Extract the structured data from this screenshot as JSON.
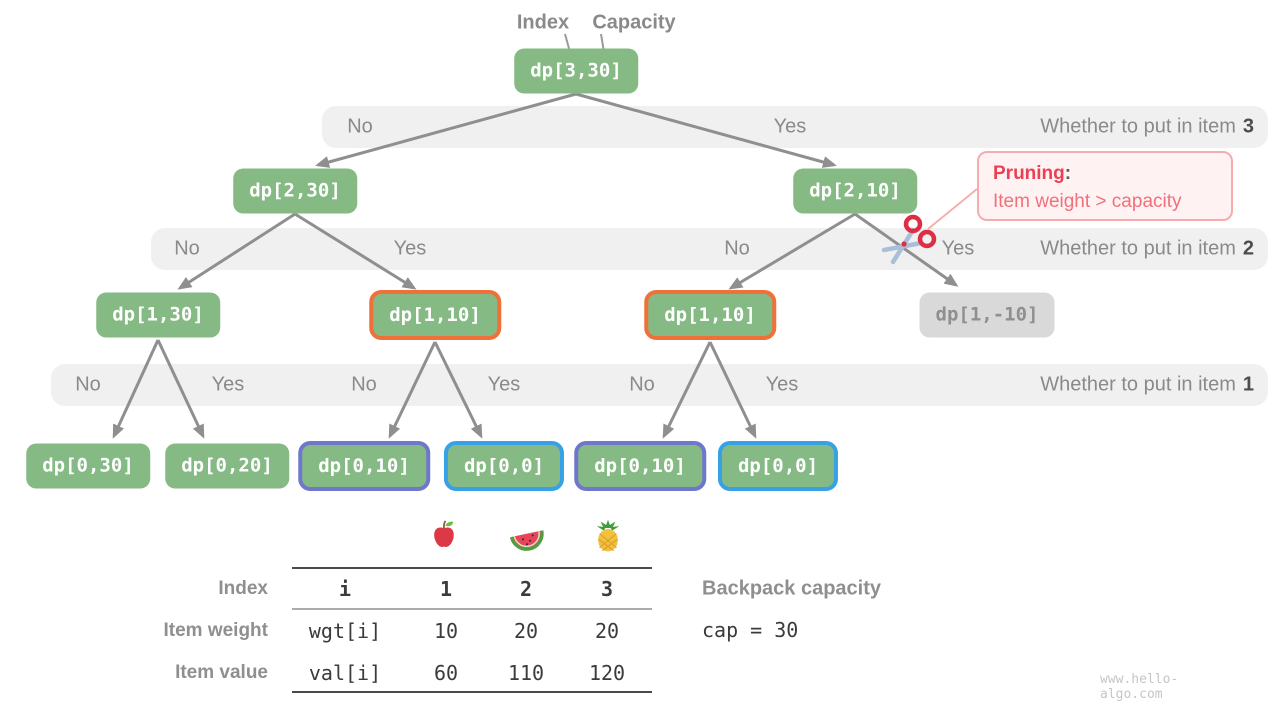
{
  "pointers": {
    "index": "Index",
    "capacity": "Capacity"
  },
  "nodes": {
    "root": "dp[3,30]",
    "l2a": "dp[2,30]",
    "l2b": "dp[2,10]",
    "l3a": "dp[1,30]",
    "l3b": "dp[1,10]",
    "l3c": "dp[1,10]",
    "l3d": "dp[1,-10]",
    "l4a": "dp[0,30]",
    "l4b": "dp[0,20]",
    "l4c": "dp[0,10]",
    "l4d": "dp[0,0]",
    "l4e": "dp[0,10]",
    "l4f": "dp[0,0]"
  },
  "bands": [
    {
      "question": "Whether to put in item",
      "item": "3",
      "answers": [
        "No",
        "Yes"
      ]
    },
    {
      "question": "Whether to put in item",
      "item": "2",
      "answers": [
        "No",
        "Yes",
        "No",
        "Yes"
      ]
    },
    {
      "question": "Whether to put in item",
      "item": "1",
      "answers": [
        "No",
        "Yes",
        "No",
        "Yes",
        "No",
        "Yes"
      ]
    }
  ],
  "pruning": {
    "title": "Pruning",
    "colon": ":",
    "body": "Item weight > capacity"
  },
  "table": {
    "fruits": [
      "apple",
      "watermelon",
      "pineapple"
    ],
    "row_headers": [
      "Index",
      "Item weight",
      "Item value"
    ],
    "rows": [
      {
        "key": "i",
        "c1": "1",
        "c2": "2",
        "c3": "3"
      },
      {
        "key": "wgt[i]",
        "c1": "10",
        "c2": "20",
        "c3": "20"
      },
      {
        "key": "val[i]",
        "c1": "60",
        "c2": "110",
        "c3": "120"
      }
    ]
  },
  "capacity_note": {
    "title": "Backpack capacity",
    "code": "cap = 30"
  },
  "watermark": "www.hello-algo.com",
  "colors": {
    "node_green": "#86BA85",
    "highlight_orange": "#F0703A",
    "highlight_purple": "#7077CB",
    "highlight_blue": "#38A1E6",
    "pruned_gray": "#D9D9D9",
    "band_gray": "#F0F0F0",
    "arrow_gray": "#8F8F8F",
    "pruning_red": "#EC3F54",
    "pruning_pink": "#F6ACAC"
  }
}
